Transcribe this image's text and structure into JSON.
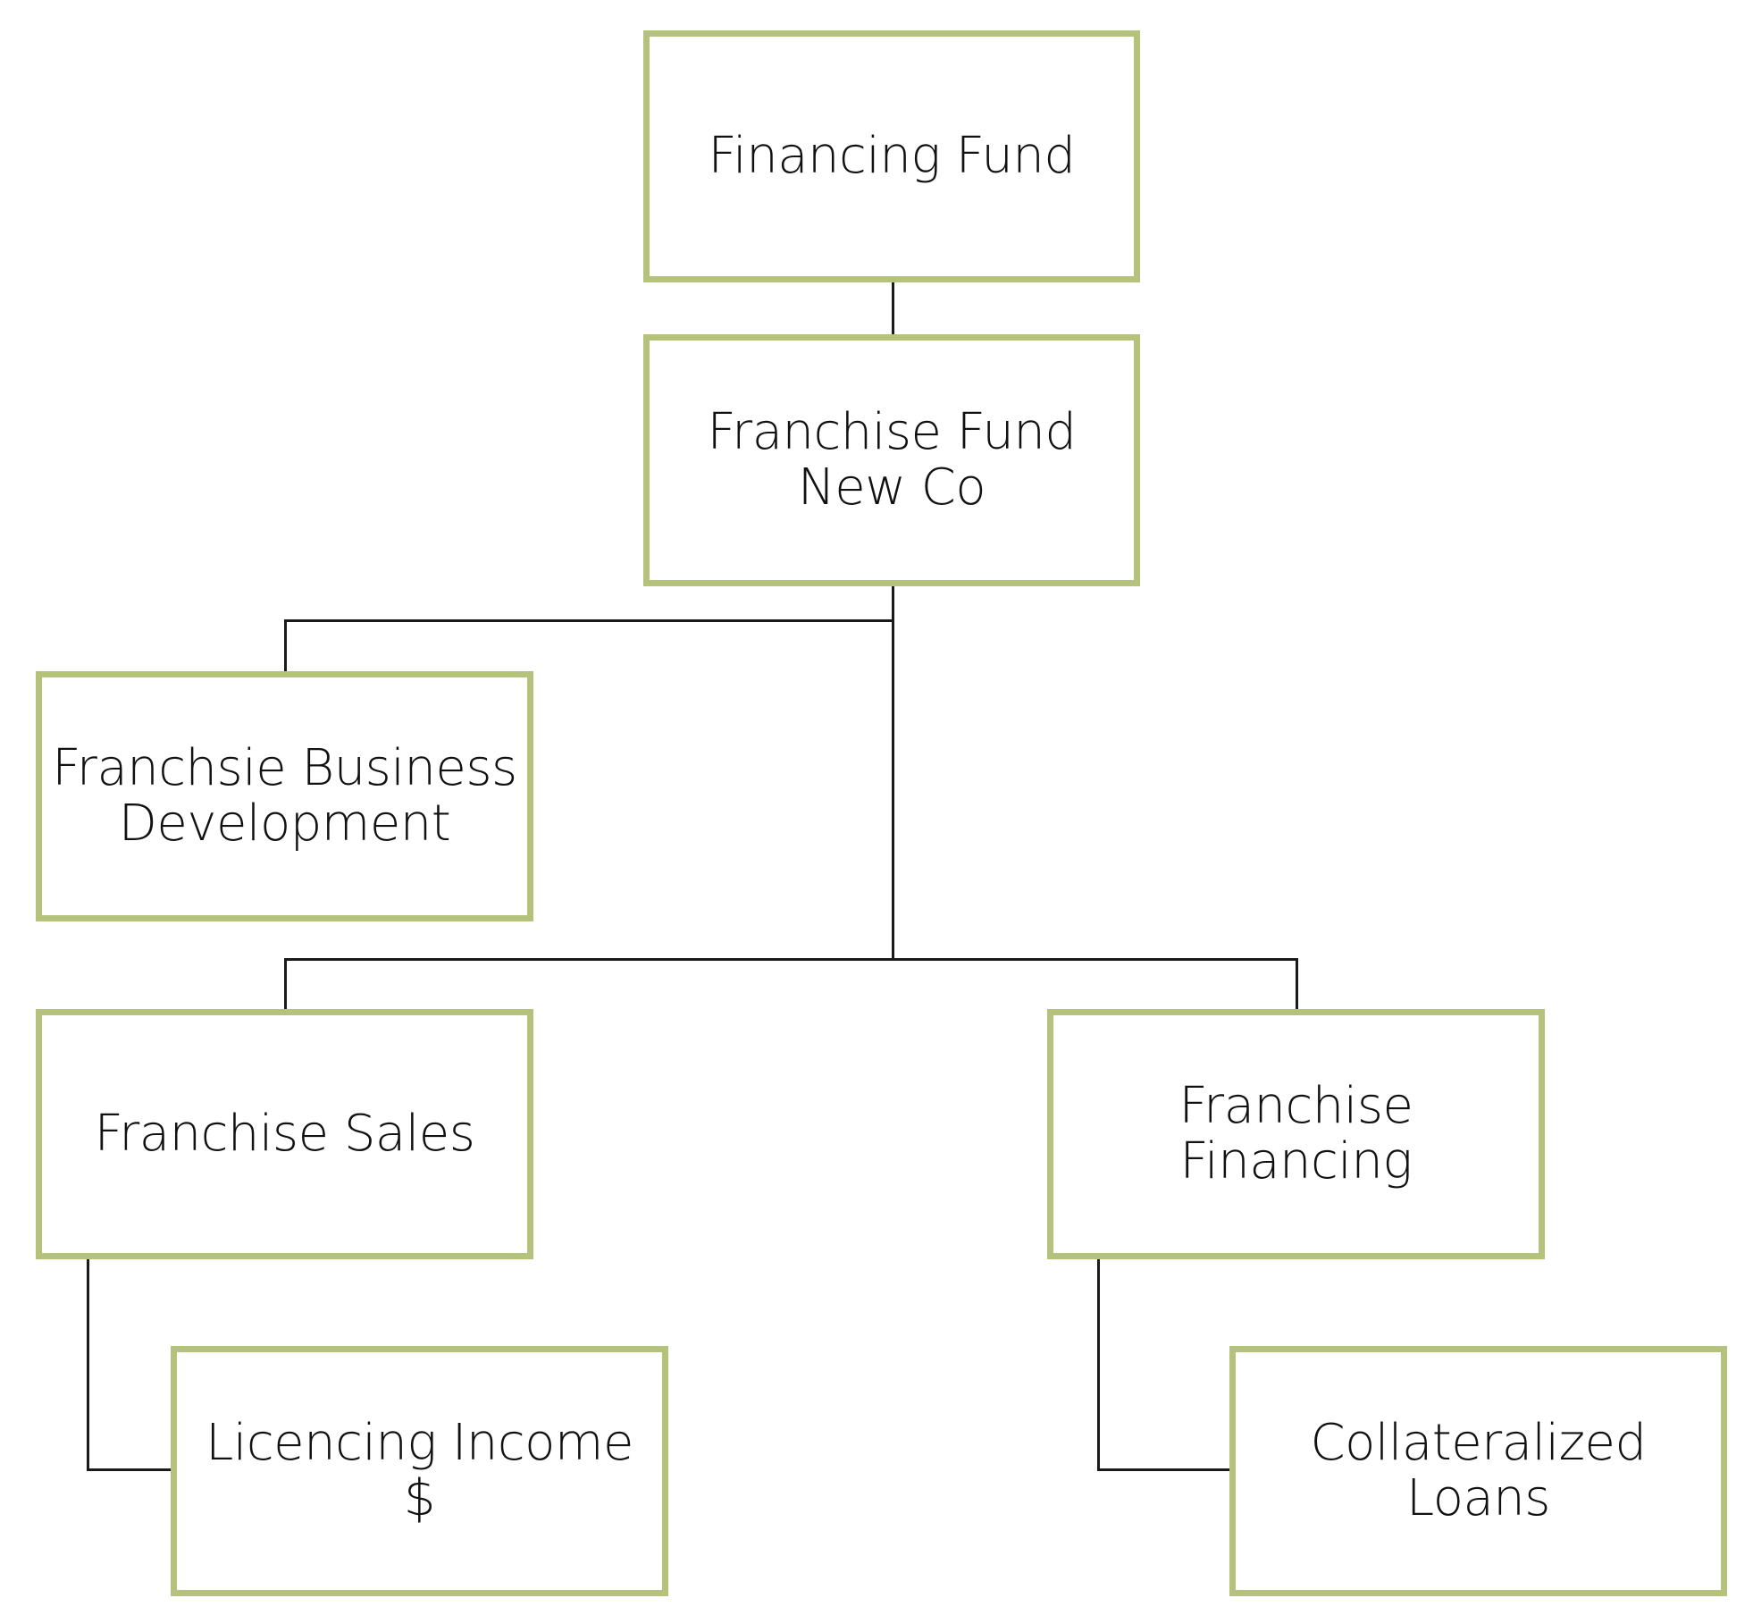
{
  "diagram": {
    "colors": {
      "box_border": "#b5c27c",
      "connector": "#1a1a1a",
      "text": "#111111"
    },
    "nodes": {
      "financing_fund": {
        "label": "Financing Fund"
      },
      "franchise_fund_newco": {
        "label": "Franchise Fund New Co"
      },
      "business_development": {
        "label": "Franchsie Business Development"
      },
      "franchise_sales": {
        "label": "Franchise Sales"
      },
      "franchise_financing": {
        "label": "Franchise Financing"
      },
      "licencing_income": {
        "label": "Licencing Income $"
      },
      "collateralized_loans": {
        "label": "Collateralized Loans"
      }
    },
    "edges": [
      {
        "from": "financing_fund",
        "to": "franchise_fund_newco"
      },
      {
        "from": "franchise_fund_newco",
        "to": "business_development"
      },
      {
        "from": "franchise_fund_newco",
        "to": "franchise_sales"
      },
      {
        "from": "franchise_fund_newco",
        "to": "franchise_financing"
      },
      {
        "from": "franchise_sales",
        "to": "licencing_income"
      },
      {
        "from": "franchise_financing",
        "to": "collateralized_loans"
      }
    ]
  }
}
